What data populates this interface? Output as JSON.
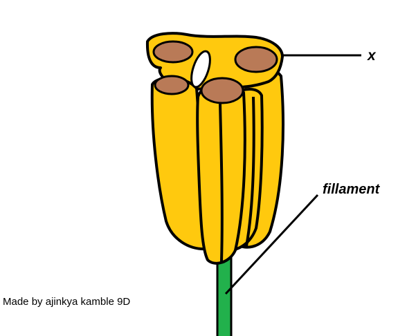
{
  "labels": {
    "x": "x",
    "filament": "fillament",
    "credit": "Made by ajinkya kamble 9D"
  },
  "colors": {
    "anther": "#FFC90E",
    "pollen_sac_opening": "#B97A57",
    "filament": "#22B14C",
    "outline": "#000000",
    "background": "#FFFFFF"
  }
}
